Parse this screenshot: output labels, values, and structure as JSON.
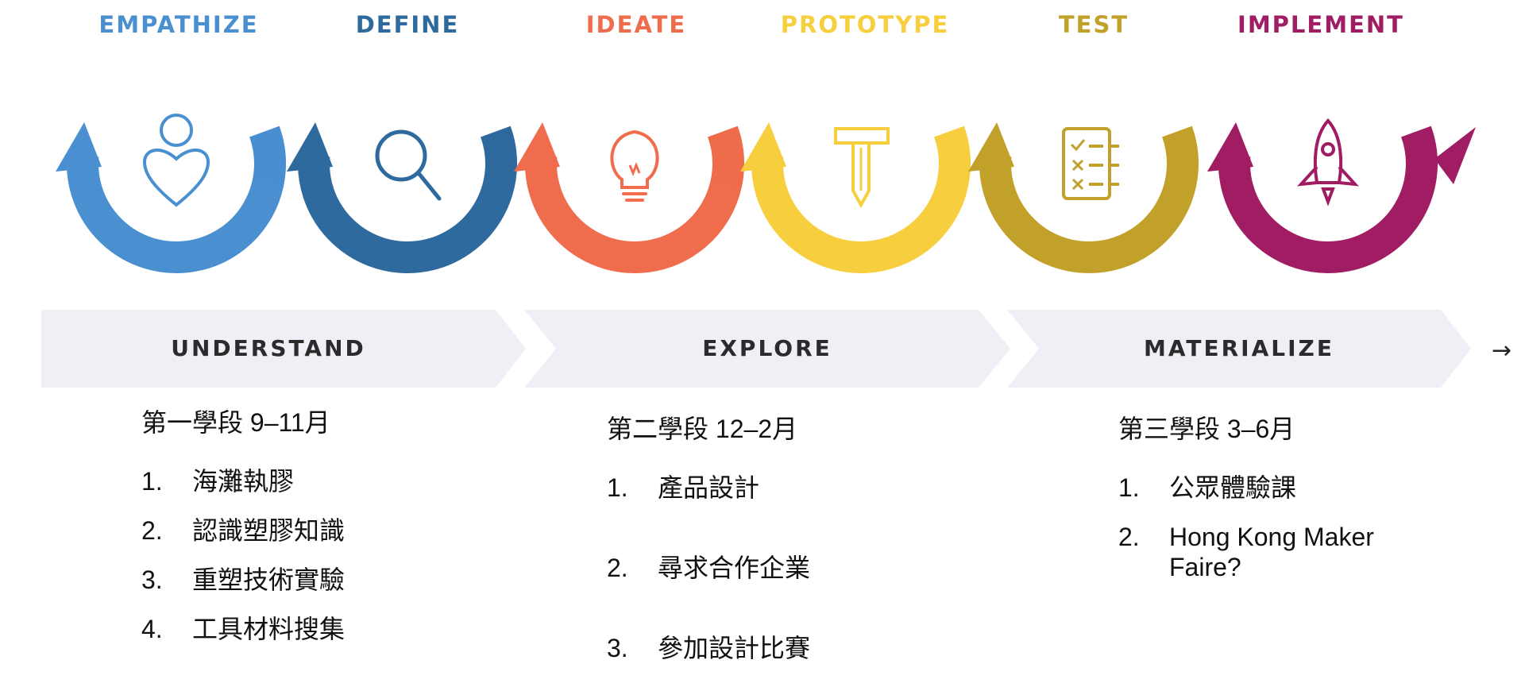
{
  "stages": [
    {
      "title": "EMPATHIZE",
      "color": "#4a8fd0",
      "icon": "person-heart-icon"
    },
    {
      "title": "DEFINE",
      "color": "#2f6a9e",
      "icon": "magnifier-icon"
    },
    {
      "title": "IDEATE",
      "color": "#ef6c4c",
      "icon": "lightbulb-icon"
    },
    {
      "title": "PROTOTYPE",
      "color": "#f7cf3e",
      "icon": "hammer-icon"
    },
    {
      "title": "TEST",
      "color": "#c2a12a",
      "icon": "checklist-icon"
    },
    {
      "title": "IMPLEMENT",
      "color": "#a11d63",
      "icon": "rocket-icon"
    }
  ],
  "phases": [
    {
      "label": "UNDERSTAND",
      "color": "#eef0f6"
    },
    {
      "label": "EXPLORE",
      "color": "#eef0f6"
    },
    {
      "label": "MATERIALIZE",
      "color": "#eef0f6"
    }
  ],
  "end_arrow": "→",
  "terms": [
    {
      "heading": "第一學段  9–11月",
      "items": [
        {
          "num": "1.",
          "text": "海灘執膠"
        },
        {
          "num": "2.",
          "text": "認識塑膠知識"
        },
        {
          "num": "3.",
          "text": "重塑技術實驗"
        },
        {
          "num": "4.",
          "text": "工具材料搜集"
        }
      ]
    },
    {
      "heading": "第二學段  12–2月",
      "items": [
        {
          "num": "1.",
          "text": "產品設計"
        },
        {
          "num": "2.",
          "text": "尋求合作企業"
        },
        {
          "num": "3.",
          "text": "參加設計比賽"
        }
      ]
    },
    {
      "heading": "第三學段  3–6月",
      "items": [
        {
          "num": "1.",
          "text": "公眾體驗課"
        },
        {
          "num": "2.",
          "text": "Hong Kong Maker Faire?"
        }
      ]
    }
  ]
}
